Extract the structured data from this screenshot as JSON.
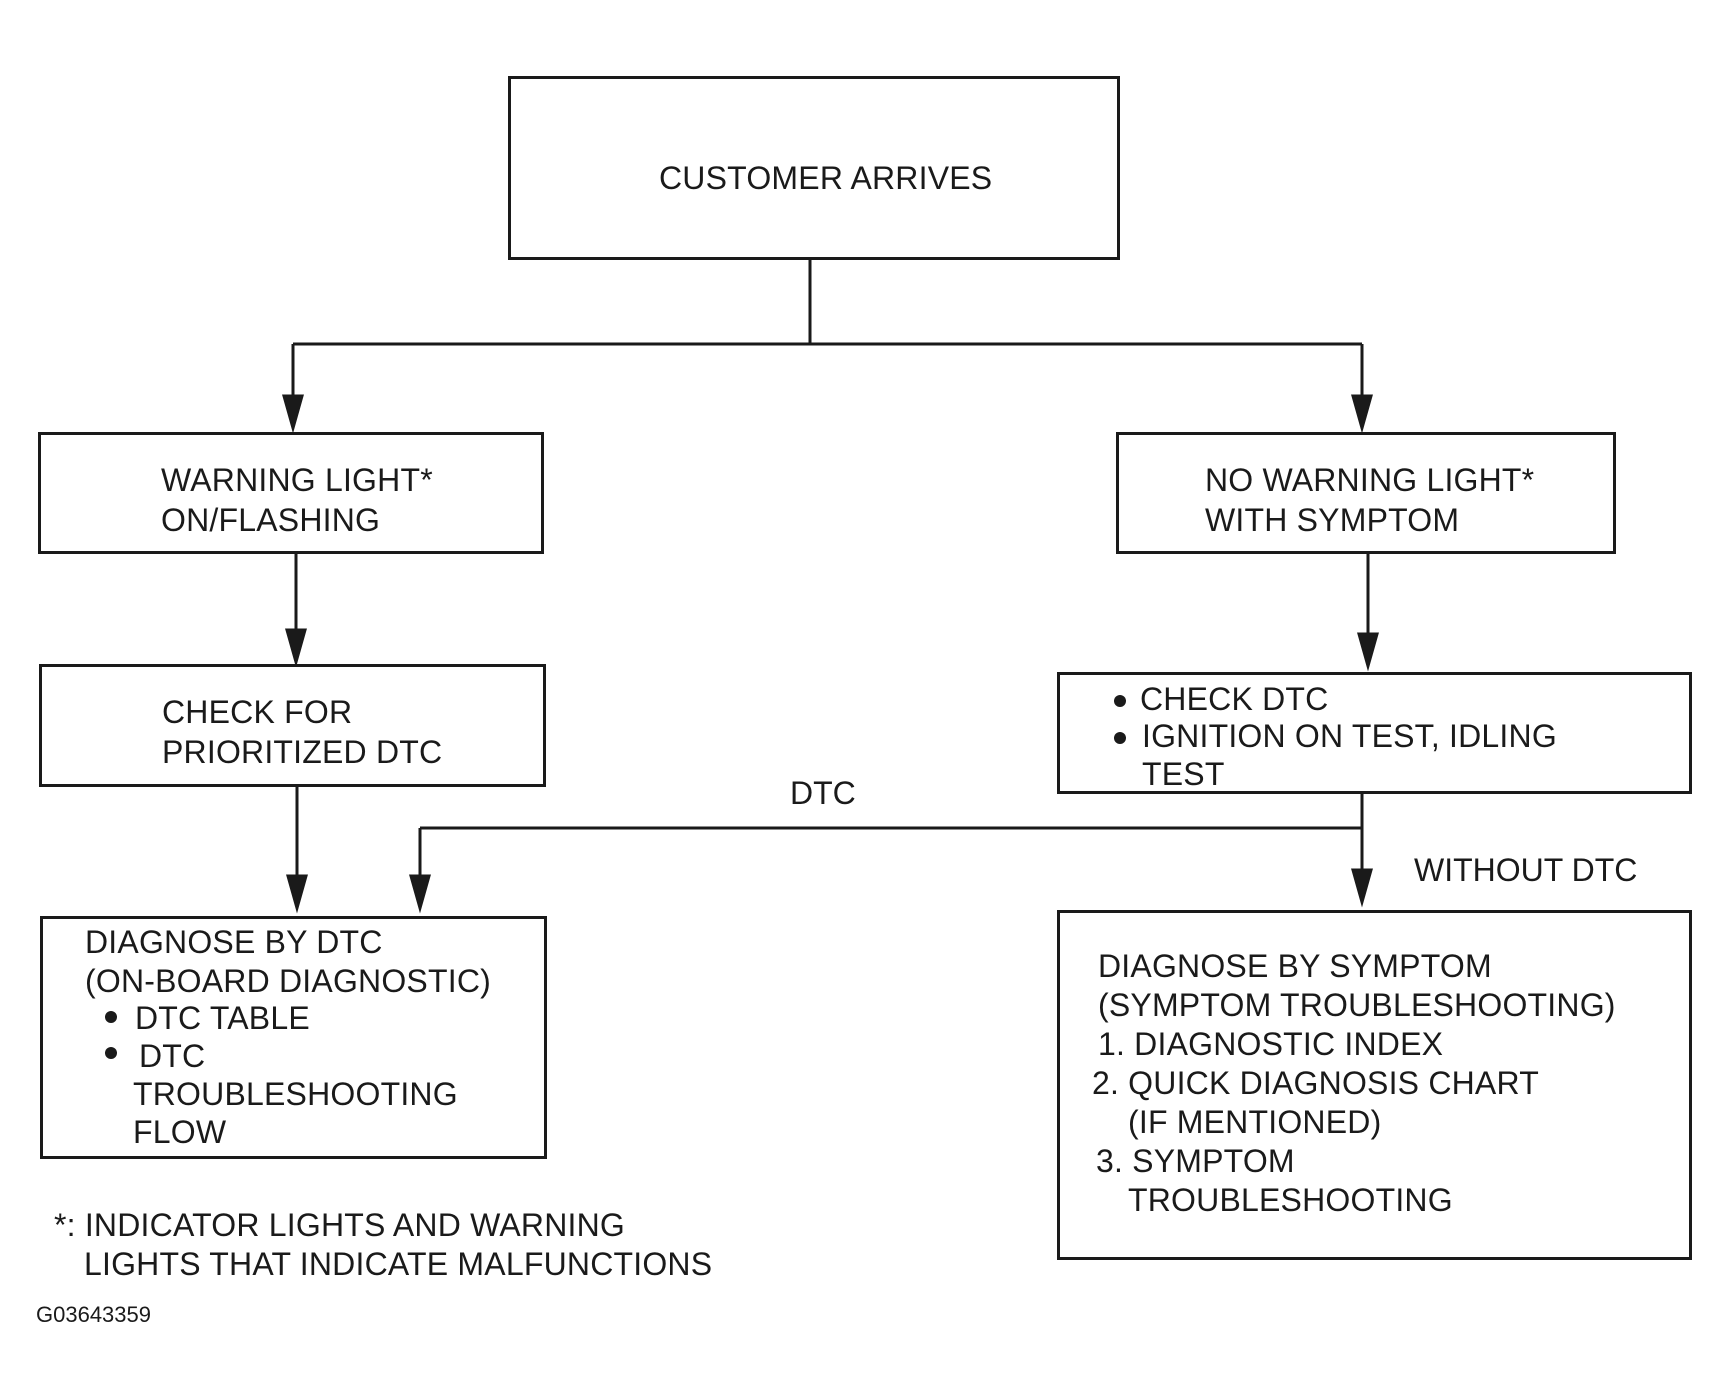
{
  "nodes": {
    "customer_arrives": "CUSTOMER ARRIVES",
    "warning_light": {
      "line1": "WARNING LIGHT*",
      "line2": "ON/FLASHING"
    },
    "no_warning_light": {
      "line1": "NO WARNING LIGHT*",
      "line2": "WITH SYMPTOM"
    },
    "check_prioritized": {
      "line1": "CHECK FOR",
      "line2": "PRIORITIZED DTC"
    },
    "check_dtc": {
      "item1": "CHECK DTC",
      "item2_line1": "IGNITION ON TEST, IDLING",
      "item2_line2": "TEST"
    },
    "diagnose_dtc": {
      "line1": "DIAGNOSE BY DTC",
      "line2": "(ON-BOARD DIAGNOSTIC)",
      "item1": "DTC TABLE",
      "item2_line1": "DTC",
      "item2_line2": "TROUBLESHOOTING",
      "item2_line3": "FLOW"
    },
    "diagnose_symptom": {
      "line1": "DIAGNOSE BY SYMPTOM",
      "line2": "(SYMPTOM TROUBLESHOOTING)",
      "step1": "1. DIAGNOSTIC INDEX",
      "step2_line1": "2. QUICK DIAGNOSIS CHART",
      "step2_line2": "(IF MENTIONED)",
      "step3_line1": "3. SYMPTOM",
      "step3_line2": "TROUBLESHOOTING"
    }
  },
  "edge_labels": {
    "dtc": "DTC",
    "without_dtc": "WITHOUT DTC"
  },
  "footnote": {
    "line1": "*: INDICATOR LIGHTS AND WARNING",
    "line2": "LIGHTS THAT INDICATE MALFUNCTIONS"
  },
  "figure_id": "G03643359"
}
